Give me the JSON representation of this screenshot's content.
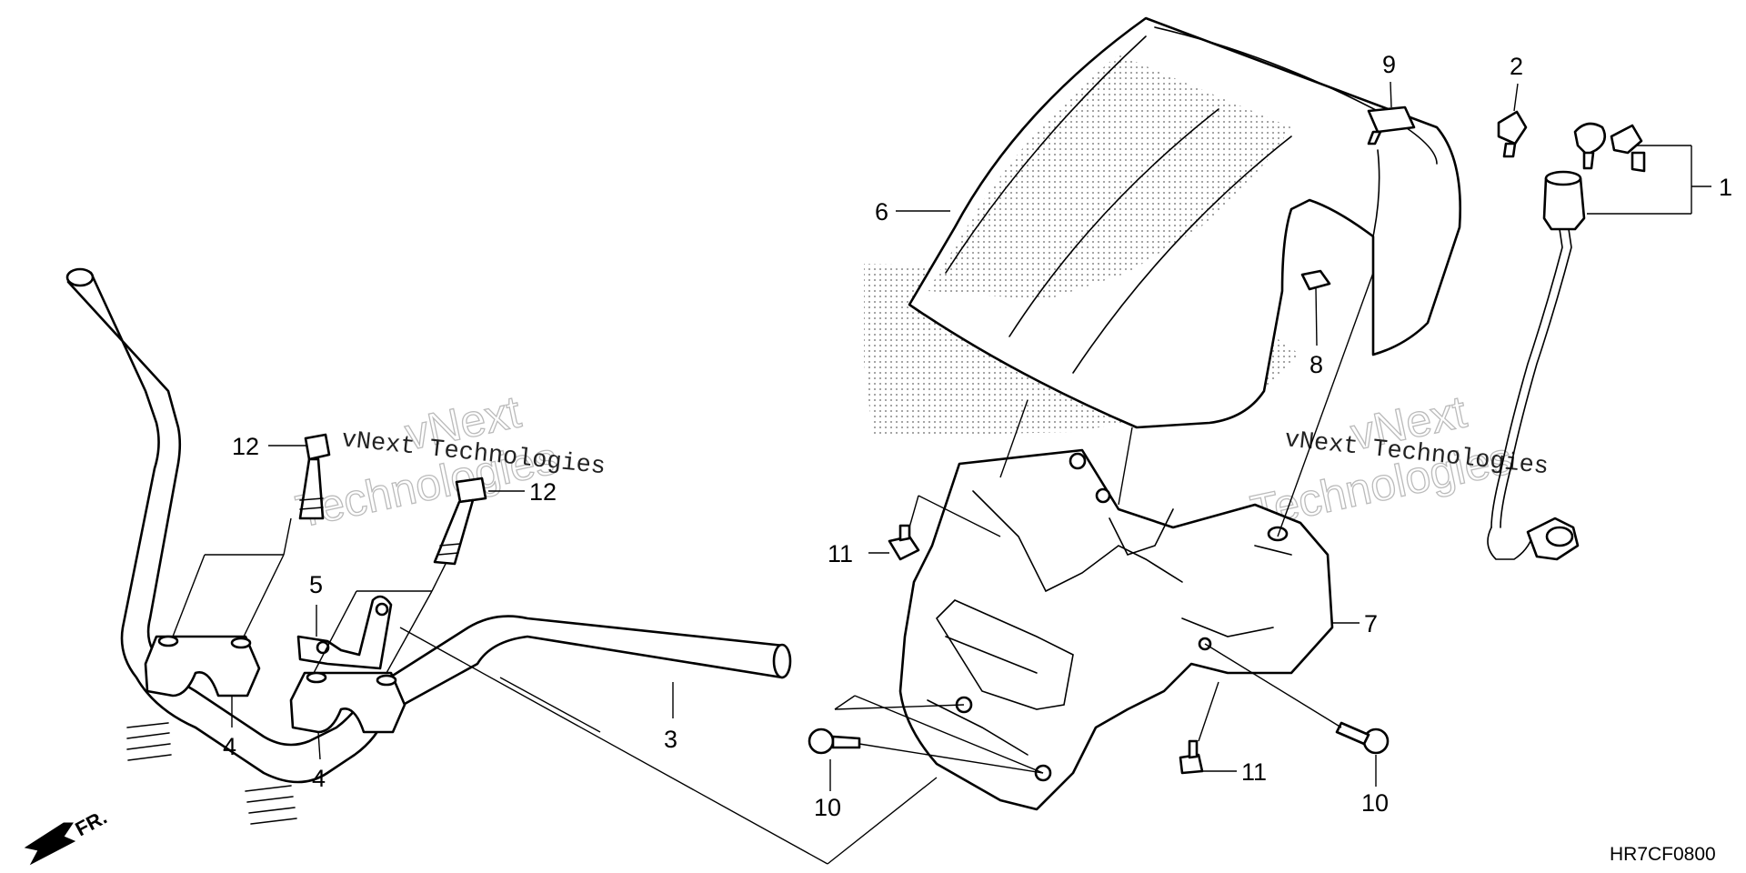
{
  "callouts": {
    "c1": "1",
    "c2": "2",
    "c3": "3",
    "c4a": "4",
    "c4b": "4",
    "c5": "5",
    "c6": "6",
    "c7": "7",
    "c8": "8",
    "c9": "9",
    "c10a": "10",
    "c10b": "10",
    "c11a": "11",
    "c11b": "11",
    "c12a": "12",
    "c12b": "12"
  },
  "watermark": {
    "line1": "vNext Technologies",
    "outline_top": "vNext",
    "outline_bottom": "Technologies"
  },
  "direction_label": "FR.",
  "diagram_code": "HR7CF0800"
}
